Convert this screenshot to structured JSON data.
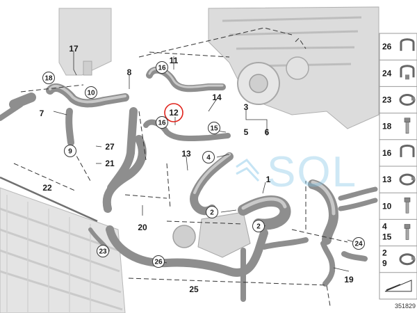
{
  "callouts": [
    {
      "number": "17",
      "circled": false
    },
    {
      "number": "18",
      "circled": true
    },
    {
      "number": "10",
      "circled": true
    },
    {
      "number": "8",
      "circled": false
    },
    {
      "number": "7",
      "circled": false
    },
    {
      "number": "9",
      "circled": true
    },
    {
      "number": "11",
      "circled": false
    },
    {
      "number": "16",
      "circled": true
    },
    {
      "number": "14",
      "circled": false
    },
    {
      "number": "12",
      "circled": false,
      "highlighted": true
    },
    {
      "number": "16",
      "circled": true
    },
    {
      "number": "15",
      "circled": true
    },
    {
      "number": "3",
      "circled": false
    },
    {
      "number": "5",
      "circled": false
    },
    {
      "number": "6",
      "circled": false
    },
    {
      "number": "4",
      "circled": true
    },
    {
      "number": "13",
      "circled": false
    },
    {
      "number": "27",
      "circled": false
    },
    {
      "number": "21",
      "circled": false
    },
    {
      "number": "22",
      "circled": false
    },
    {
      "number": "1",
      "circled": false
    },
    {
      "number": "2",
      "circled": true
    },
    {
      "number": "2",
      "circled": true
    },
    {
      "number": "20",
      "circled": false
    },
    {
      "number": "23",
      "circled": true
    },
    {
      "number": "26",
      "circled": true
    },
    {
      "number": "25",
      "circled": false
    },
    {
      "number": "24",
      "circled": true
    },
    {
      "number": "19",
      "circled": false
    }
  ],
  "side_panel": [
    {
      "numbers": [
        "26"
      ]
    },
    {
      "numbers": [
        "24"
      ]
    },
    {
      "numbers": [
        "23"
      ]
    },
    {
      "numbers": [
        "18"
      ]
    },
    {
      "numbers": [
        "16"
      ]
    },
    {
      "numbers": [
        "13"
      ]
    },
    {
      "numbers": [
        "10"
      ]
    },
    {
      "numbers": [
        "4",
        "15"
      ]
    },
    {
      "numbers": [
        "2",
        "9"
      ]
    },
    {
      "numbers": []
    }
  ],
  "watermark": "SOL",
  "diagram_id": "351829",
  "colors": {
    "highlight_ring": "#e0231c",
    "watermark": "#7ec3e6",
    "hose": "#8e8e8e",
    "engine": "#dcdcdc"
  }
}
